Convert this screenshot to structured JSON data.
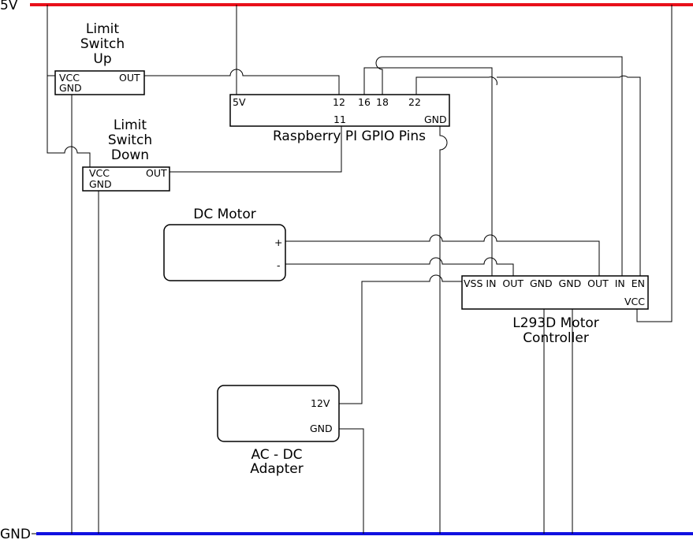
{
  "rails": {
    "power_label": "5V",
    "ground_label": "GND",
    "power_color": "#e8101a",
    "ground_color": "#1010e0"
  },
  "limit_switch_up": {
    "title_line1": "Limit",
    "title_line2": "Switch",
    "title_line3": "Up",
    "pin_vcc": "VCC",
    "pin_gnd": "GND",
    "pin_out": "OUT"
  },
  "limit_switch_down": {
    "title_line1": "Limit",
    "title_line2": "Switch",
    "title_line3": "Down",
    "pin_vcc": "VCC",
    "pin_gnd": "GND",
    "pin_out": "OUT"
  },
  "raspberry_pi": {
    "title": "Raspberry PI GPIO Pins",
    "pin_5v": "5V",
    "pin_12": "12",
    "pin_16": "16",
    "pin_18": "18",
    "pin_22": "22",
    "pin_11": "11",
    "pin_gnd": "GND"
  },
  "dc_motor": {
    "title": "DC Motor",
    "pin_plus": "+",
    "pin_minus": "-"
  },
  "l293d": {
    "title_line1": "L293D Motor",
    "title_line2": "Controller",
    "pins_top": "VSS IN  OUT  GND  GND  OUT  IN  EN",
    "pin_vcc": "VCC"
  },
  "adapter": {
    "title_line1": "AC - DC",
    "title_line2": "Adapter",
    "pin_12v": "12V",
    "pin_gnd": "GND"
  }
}
